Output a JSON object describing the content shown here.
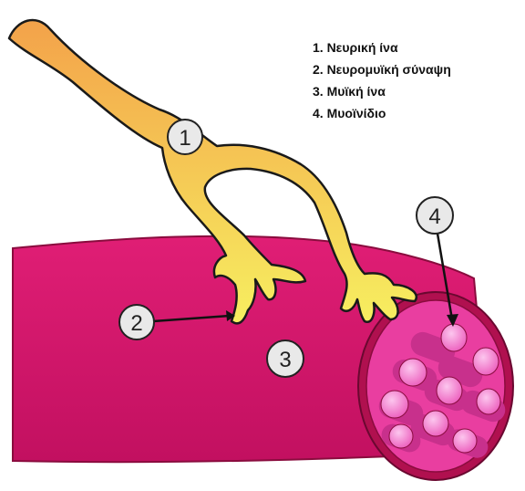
{
  "legend": [
    "1. Νευρική ίνα",
    "2. Νευρομυϊκή σύναψη",
    "3. Μυϊκή ίνα",
    "4. Μυοϊνίδιο"
  ],
  "callouts": [
    "1",
    "2",
    "3",
    "4"
  ],
  "colors": {
    "nerve_top": "#f3a24a",
    "nerve_bottom": "#f7e85a",
    "muscle": "#d61a6a",
    "muscle_dark": "#b0104f",
    "cross_section": "#ee3fa0",
    "myofibril": "#f078c8",
    "myofibril_tip": "#f9b8e6"
  }
}
